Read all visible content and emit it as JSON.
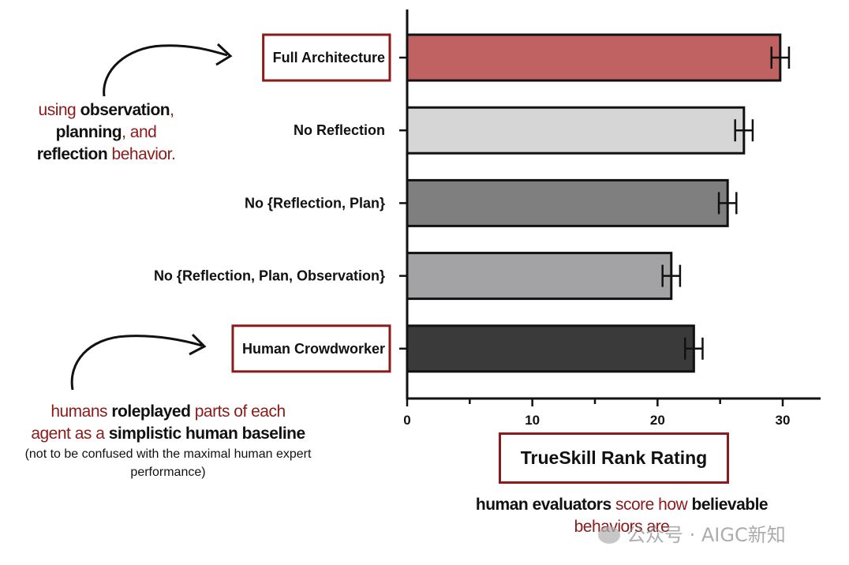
{
  "chart_data": {
    "type": "bar",
    "orientation": "horizontal",
    "categories": [
      "Full Architecture",
      "No Reflection",
      "No {Reflection, Plan}",
      "No {Reflection, Plan, Observation}",
      "Human Crowdworker"
    ],
    "values": [
      29.8,
      26.9,
      25.6,
      21.1,
      22.9
    ],
    "error": [
      0.7,
      0.7,
      0.7,
      0.7,
      0.7
    ],
    "colors": [
      "#c06262",
      "#d6d6d6",
      "#7f7f7f",
      "#a3a3a6",
      "#3a3a3a"
    ],
    "highlighted_categories": [
      "Full Architecture",
      "Human Crowdworker"
    ],
    "xlabel": "TrueSkill Rank Rating",
    "xlim": [
      0,
      33
    ],
    "xticks": [
      0,
      10,
      20,
      30
    ],
    "tick_labels": [
      "0",
      "10",
      "20",
      "30"
    ],
    "grid": false
  },
  "annotations": {
    "top": {
      "segments": [
        {
          "text": "using ",
          "style": "red"
        },
        {
          "text": "observation",
          "style": "bold"
        },
        {
          "text": ",",
          "style": "red"
        },
        {
          "br": true
        },
        {
          "text": "planning",
          "style": "bold"
        },
        {
          "text": ", and",
          "style": "red"
        },
        {
          "br": true
        },
        {
          "text": "reflection",
          "style": "bold"
        },
        {
          "text": " behavior.",
          "style": "red"
        }
      ]
    },
    "bottom": {
      "segments": [
        {
          "text": "humans ",
          "style": "red"
        },
        {
          "text": "roleplayed",
          "style": "bold"
        },
        {
          "text": " parts of each",
          "style": "red"
        },
        {
          "br": true
        },
        {
          "text": "agent as a ",
          "style": "red"
        },
        {
          "text": "simplistic human baseline",
          "style": "bold"
        }
      ],
      "note": "(not to be confused with the maximal human expert performance)"
    },
    "caption": {
      "segments": [
        {
          "text": "human evaluators",
          "style": "bold"
        },
        {
          "text": " score how ",
          "style": "red"
        },
        {
          "text": "believable",
          "style": "bold"
        },
        {
          "br": true
        },
        {
          "text": "behaviors are",
          "style": "red"
        }
      ]
    }
  },
  "watermark": "公众号 · AIGC新知",
  "accent_color": "#8b1a1a"
}
